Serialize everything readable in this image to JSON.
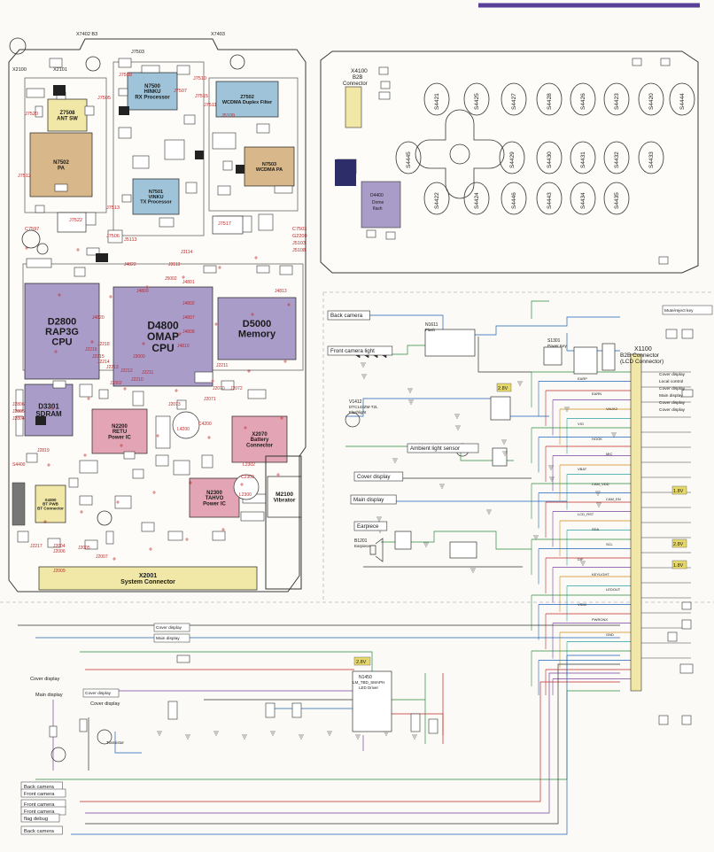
{
  "colors": {
    "chip_purple": "#a99cc9",
    "chip_tan": "#d8b78a",
    "chip_pink": "#e3a5b6",
    "chip_blue": "#9fc3d8",
    "chip_yellow": "#f1e7a6",
    "ref_red": "#c0282a",
    "wire_colors": [
      "#2b8a3e",
      "#1f62b8",
      "#c0282a",
      "#7b3fa0",
      "#d18a1c",
      "#2aa0a0"
    ]
  },
  "pcb_main": {
    "components": [
      {
        "id": "d2800",
        "ref": "D2800",
        "l1": "RAP3G",
        "l2": "CPU",
        "color": "chip_purple"
      },
      {
        "id": "d4800",
        "ref": "D4800",
        "l1": "OMAP",
        "l2": "CPU",
        "color": "chip_purple"
      },
      {
        "id": "d5000",
        "ref": "D5000",
        "l1": "Memory",
        "l2": "",
        "color": "chip_purple"
      },
      {
        "id": "d3301",
        "ref": "D3301",
        "l1": "SDRAM",
        "l2": "",
        "color": "chip_purple"
      },
      {
        "id": "n2200",
        "ref": "N2200",
        "l1": "RETU",
        "l2": "Power IC",
        "color": "chip_pink"
      },
      {
        "id": "n2300",
        "ref": "N2300",
        "l1": "TAHVO",
        "l2": "Power IC",
        "color": "chip_pink"
      },
      {
        "id": "x2070",
        "ref": "X2070",
        "l1": "Battery",
        "l2": "Connector",
        "color": "chip_pink"
      },
      {
        "id": "n7502",
        "ref": "N7502",
        "l1": "PA",
        "l2": "",
        "color": "chip_tan"
      },
      {
        "id": "z7508",
        "ref": "Z7508",
        "l1": "ANT SW",
        "l2": "",
        "color": "chip_yellow"
      },
      {
        "id": "n7500",
        "ref": "N7500",
        "l1": "HINKU",
        "l2": "RX Processor",
        "color": "chip_blue"
      },
      {
        "id": "n7501",
        "ref": "N7501",
        "l1": "VINKU",
        "l2": "TX Processor",
        "color": "chip_blue"
      },
      {
        "id": "z7502",
        "ref": "Z7502",
        "l1": "WCDMA Duplex Filter",
        "l2": "",
        "color": "chip_blue"
      },
      {
        "id": "n7503",
        "ref": "N7503",
        "l1": "WCDMA PA",
        "l2": "",
        "color": "chip_tan"
      },
      {
        "id": "m2100",
        "ref": "M2100",
        "l1": "Vibrator",
        "l2": "",
        "color": "none"
      },
      {
        "id": "x2001",
        "ref": "X2001",
        "l1": "System Connector",
        "l2": "",
        "color": "chip_yellow"
      },
      {
        "id": "x4300",
        "ref": "X4300",
        "l1": "BT PWB",
        "l2": "BT Connector",
        "color": "chip_yellow"
      }
    ],
    "refdes_top": [
      "X7402 B3",
      "X7403",
      "X2100",
      "X2101",
      "J7503",
      "J7518",
      "J7520",
      "J7505",
      "J7507",
      "J7510",
      "J7515",
      "J7511",
      "J7512",
      "J7513",
      "J7506",
      "J7522",
      "J7517",
      "C7597",
      "C7503",
      "G2200",
      "J5103",
      "J5108",
      "J5109",
      "J5113"
    ],
    "refdes_mid": [
      "J3114",
      "J3113",
      "J4822",
      "J5002",
      "J4800",
      "J4801",
      "J4802",
      "J4807",
      "J4808",
      "J4810",
      "J4813",
      "J4820",
      "J2218",
      "J2216",
      "J2215",
      "J2214",
      "J2213",
      "J2212",
      "J2211",
      "J2210",
      "J3302",
      "J3000",
      "J2211",
      "J2070",
      "J2071",
      "J2072",
      "J2073",
      "L4200",
      "C4200",
      "L2300",
      "L2302",
      "C2302",
      "J2006",
      "J2007",
      "J2004",
      "J2005",
      "J2009",
      "J2217",
      "J2804",
      "J2805",
      "J2806",
      "J2819",
      "S4400"
    ]
  },
  "keypad": {
    "connector": {
      "ref": "X4100",
      "l1": "B2B",
      "l2": "Connector"
    },
    "flash": {
      "ref": "D4400",
      "l1": "Dome",
      "l2": "flash"
    },
    "keys": [
      "S4421",
      "S4425",
      "S4427",
      "S4428",
      "S4426",
      "S4423",
      "S4420",
      "S4444",
      "S4445",
      "S4429",
      "S4430",
      "S4431",
      "S4432",
      "S4433",
      "S4422",
      "S4424",
      "S4446",
      "S4443",
      "S4434",
      "S4435"
    ]
  },
  "schematic_upper": {
    "signals": [
      "Back camera",
      "Front camera light",
      "Ambient light sensor",
      "Cover display",
      "Main display",
      "Earpiece"
    ],
    "connector": {
      "ref": "X1100",
      "l1": "B2B Connector",
      "l2": "(LCD Connector)"
    },
    "chips": [
      {
        "ref": "N1611",
        "l1": "Flash"
      },
      {
        "ref": "V1412",
        "l1": "DTC143ZM-T2L",
        "l2": "Flashlight"
      },
      {
        "ref": "S1301",
        "l1": "Power Key"
      },
      {
        "ref": "B1201",
        "l1": "Earpiece"
      }
    ],
    "notes": [
      "Cover display",
      "Local control",
      "Cover display",
      "Main display",
      "Cover display",
      "Cover display",
      "Mute/reject key"
    ],
    "voltages": [
      "2.8V",
      "1.8V",
      "1.8V",
      "2.8V"
    ],
    "net_labels": [
      "EARP",
      "EARN",
      "VAUX2",
      "VIO",
      "HOOK",
      "MIC",
      "VBAT",
      "CAM_VDD",
      "CAM_EN",
      "LCD_RST",
      "SDA",
      "SCL",
      "DIF",
      "KEYLIGHT",
      "LEDOUT",
      "VSIM",
      "PWRONX",
      "GND"
    ]
  },
  "schematic_lower": {
    "top_notes": [
      "Cover display",
      "Main display",
      "Cover display"
    ],
    "left_notes": [
      "Cover display",
      "Main display",
      "Cover display"
    ],
    "driver": {
      "ref": "N1450",
      "l1": "LM_TBD_SMAPH",
      "l2": "LED Driver"
    },
    "bottom_labels": [
      "Back camera",
      "Front camera",
      "Front camera",
      "Front camera",
      "flag debug",
      "Back camera"
    ],
    "volt": "2.8V",
    "note_small": "Transistor"
  }
}
